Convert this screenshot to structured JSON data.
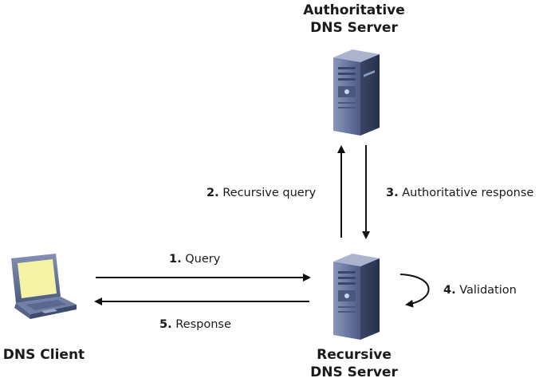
{
  "nodes": {
    "authoritative": {
      "line1": "Authoritative",
      "line2": "DNS Server"
    },
    "recursive": {
      "line1": "Recursive",
      "line2": "DNS Server"
    },
    "client": {
      "label": "DNS Client"
    }
  },
  "edges": [
    {
      "step": "1.",
      "text": "Query"
    },
    {
      "step": "2.",
      "text": "Recursive query"
    },
    {
      "step": "3.",
      "text": "Authoritative response"
    },
    {
      "step": "4.",
      "text": "Validation"
    },
    {
      "step": "5.",
      "text": "Response"
    }
  ],
  "colors": {
    "server_dark": "#2e3a57",
    "server_mid": "#5d6c93",
    "server_light": "#b9c3dc",
    "screen": "#f6f3a6",
    "laptop_body": "#6a78a0",
    "arrow": "#111111"
  }
}
